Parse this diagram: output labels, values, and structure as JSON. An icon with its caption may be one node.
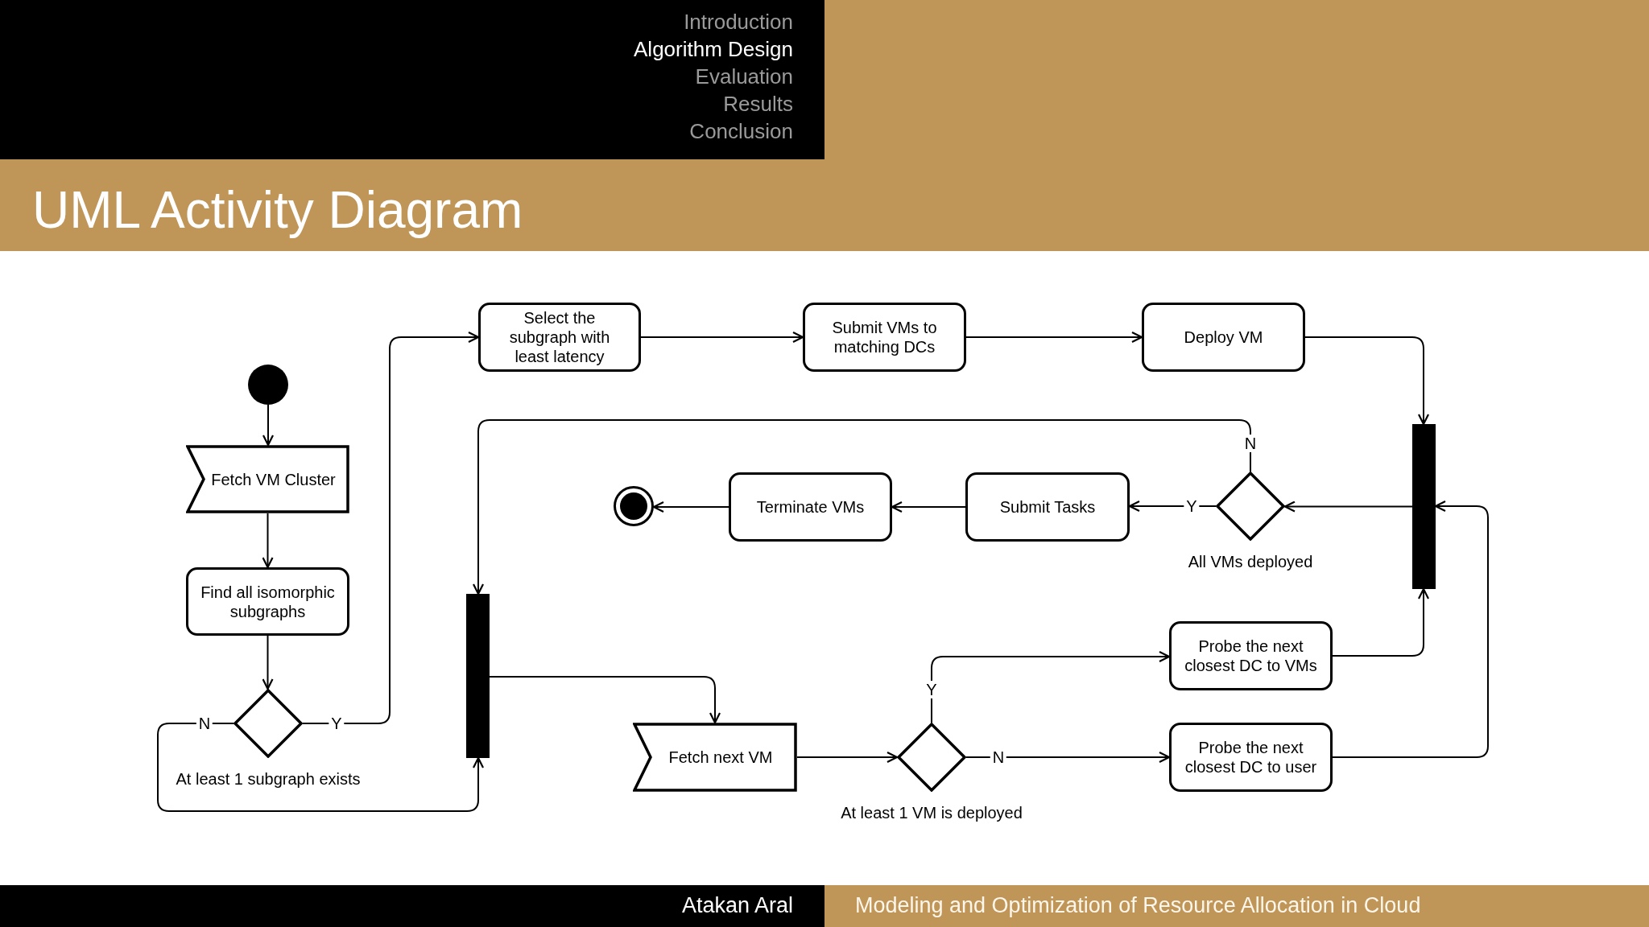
{
  "diagram": {
    "title": "UML Activity Diagram",
    "nodes": [
      {
        "text": [],
        "shape": "circle"
      },
      {
        "text": [
          "Fetch VM Cluster"
        ]
      },
      {
        "text": [
          "Find all isomorphic subgraphs"
        ]
      },
      {
        "text": [],
        "shape": "diamond",
        "beside": [
          "At least 1 subgraph exists"
        ]
      },
      {
        "text": [
          "Select the subgraph with least latency"
        ]
      },
      {
        "text": [
          "Submit VMs to matching DCs"
        ]
      },
      {
        "text": [
          "Deploy VM"
        ]
      },
      {
        "text": [],
        "shape": "bar"
      },
      {
        "text": [],
        "shape": "diamond",
        "beside": [
          "All VMs deployed"
        ]
      },
      {
        "text": [
          "Submit Tasks"
        ]
      },
      {
        "text": [
          "Terminate VMs"
        ]
      },
      {
        "text": [],
        "shape": "circle"
      },
      {
        "text": [],
        "shape": "bar"
      },
      {
        "text": [
          "Fetch next VM"
        ]
      },
      {
        "text": [],
        "shape": "diamond",
        "beside": [
          "At least 1 VM is deployed"
        ]
      },
      {
        "text": [
          "Probe the next closest DC to VMs"
        ]
      },
      {
        "text": [
          "Probe the next closest DC to user"
        ]
      }
    ],
    "edges": [
      {
        "from": 0,
        "to": 1,
        "arrow": "to"
      },
      {
        "from": 1,
        "to": 2,
        "arrow": "to"
      },
      {
        "from": 2,
        "to": 3,
        "arrow": "to"
      },
      {
        "from": 3,
        "to": 4,
        "arrow": "to",
        "label": "Y"
      },
      {
        "from": 3,
        "to": 12,
        "arrow": "to",
        "label": "N"
      },
      {
        "from": 4,
        "to": 5,
        "arrow": "to"
      },
      {
        "from": 5,
        "to": 6,
        "arrow": "to"
      },
      {
        "from": 6,
        "to": 7,
        "arrow": "to"
      },
      {
        "from": 7,
        "to": 8,
        "arrow": "to"
      },
      {
        "from": 8,
        "to": 9,
        "arrow": "to",
        "label": "Y"
      },
      {
        "from": 9,
        "to": 10,
        "arrow": "to"
      },
      {
        "from": 10,
        "to": 11,
        "arrow": "to"
      },
      {
        "from": 8,
        "to": 12,
        "arrow": "to",
        "label": "N"
      },
      {
        "from": 12,
        "to": 13,
        "arrow": "to"
      },
      {
        "from": 13,
        "to": 14,
        "arrow": "to"
      },
      {
        "from": 14,
        "to": 15,
        "arrow": "to",
        "label": "Y"
      },
      {
        "from": 14,
        "to": 16,
        "arrow": "to",
        "label": "N"
      },
      {
        "from": 15,
        "to": 7,
        "arrow": "to"
      },
      {
        "from": 16,
        "to": 7,
        "arrow": "to"
      }
    ],
    "labels": [
      "Introduction",
      "Algorithm Design",
      "Evaluation",
      "Results",
      "Conclusion",
      "Atakan Aral",
      "Modeling and Optimization of Resource Allocation in Cloud"
    ]
  }
}
